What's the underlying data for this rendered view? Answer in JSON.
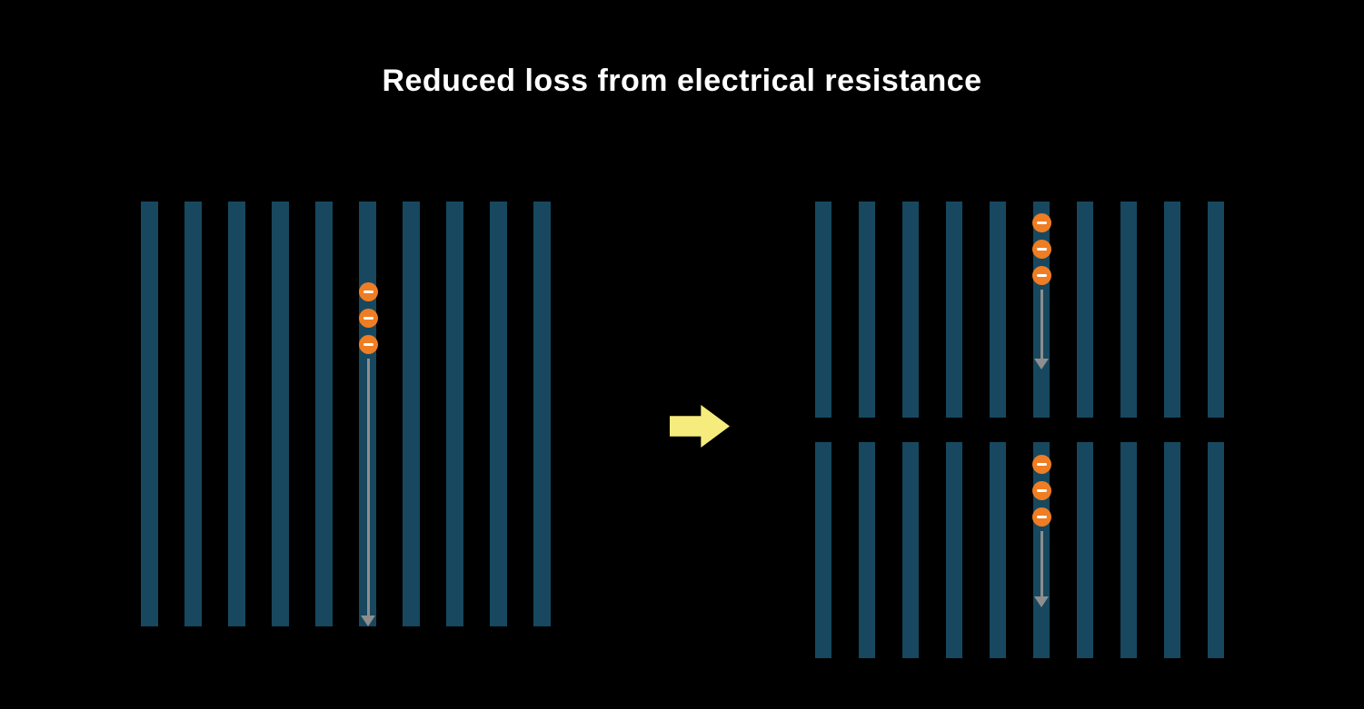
{
  "title": "Reduced loss from electrical resistance",
  "colors": {
    "background": "#000000",
    "bar": "#17485f",
    "electron_fill": "#ef7d23",
    "electron_minus": "#ffffff",
    "flow_arrow": "#8e8e8e",
    "transform_arrow": "#f6ec7e",
    "title": "#ffffff"
  },
  "panels": {
    "full_cell": {
      "bar_count": 10,
      "electron_bar_index": 6,
      "electron_count": 3
    },
    "half_cell_top": {
      "bar_count": 10,
      "electron_bar_index": 6,
      "electron_count": 3
    },
    "half_cell_bottom": {
      "bar_count": 10,
      "electron_bar_index": 6,
      "electron_count": 3
    }
  }
}
